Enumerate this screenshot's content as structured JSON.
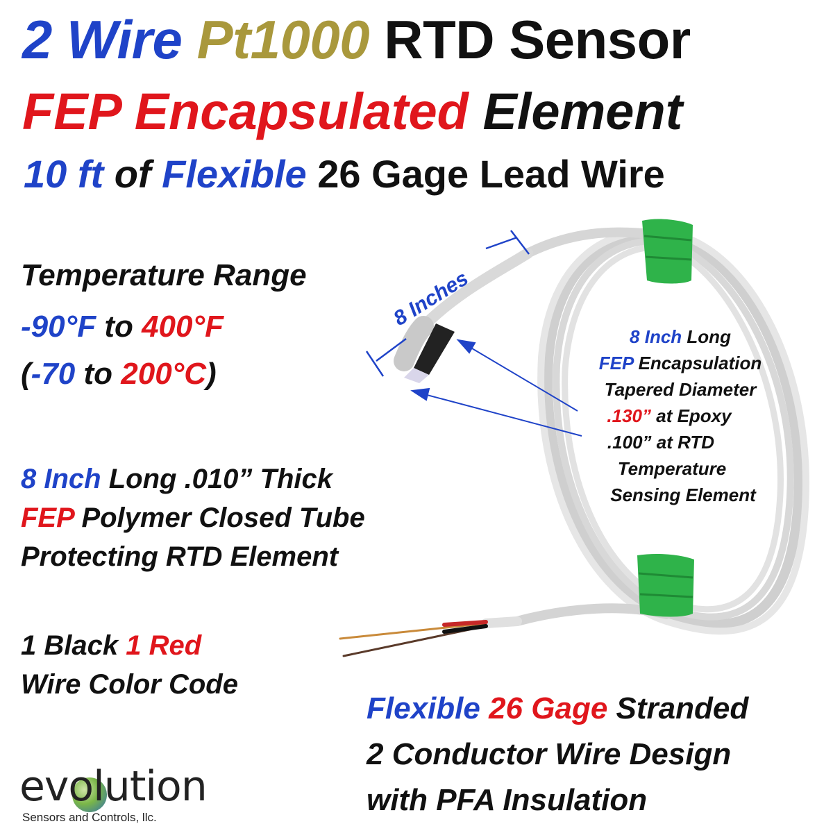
{
  "title": {
    "line1": {
      "a": "2 Wire",
      "b": "Pt1000",
      "c": "RTD Sensor"
    },
    "line2": {
      "a": "FEP Encapsulated",
      "b": "Element"
    },
    "line3": {
      "a": "10 ft",
      "b": "of",
      "c": "Flexible",
      "d": "26 Gage Lead Wire"
    }
  },
  "temperature": {
    "heading": "Temperature Range",
    "f_low": "-90°F",
    "f_to": "to",
    "f_high": "400°F",
    "c_open": "(",
    "c_low": "-70",
    "c_to": "to",
    "c_high": "200°C",
    "c_close": ")"
  },
  "tube": {
    "l1_a": "8 Inch",
    "l1_b": "Long .010” Thick",
    "l2_a": "FEP",
    "l2_b": "Polymer Closed Tube",
    "l3": "Protecting RTD Element"
  },
  "wire_color": {
    "l1_a": "1 Black",
    "l1_b": "1 Red",
    "l2": "Wire Color Code"
  },
  "spec": {
    "l1_a": "Flexible",
    "l1_b": "26 Gage",
    "l1_c": "Stranded",
    "l2": "2 Conductor Wire Design",
    "l3": "with PFA Insulation"
  },
  "callout": {
    "l1_a": "8 Inch",
    "l1_b": "Long",
    "l2_a": "FEP",
    "l2_b": "Encapsulation",
    "l3": "Tapered Diameter",
    "l4_a": ".130”",
    "l4_b": "at Epoxy",
    "l5": ".100” at RTD",
    "l6": "Temperature",
    "l7": "Sensing Element"
  },
  "dimension_label": "8 Inches",
  "logo": {
    "word": "evolution",
    "tagline": "Sensors and Controls, llc."
  },
  "colors": {
    "blue": "#1f43c8",
    "gold": "#a9983c",
    "red": "#e0161c",
    "wire": "#dcdcdc",
    "wrap": "#2fb34a"
  }
}
